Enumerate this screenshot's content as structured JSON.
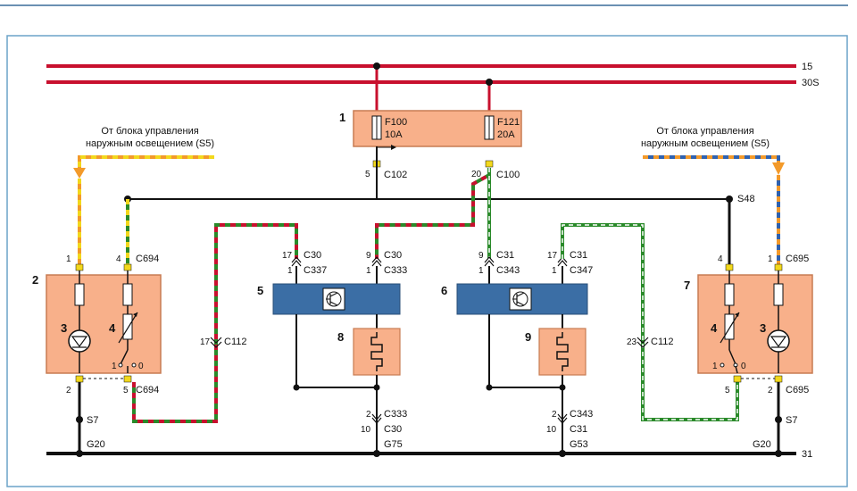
{
  "colors": {
    "frame": "#6ba3c8",
    "top_rule": "#3a6c9a",
    "red": "#c8102e",
    "orange": "#f39a2a",
    "box_fill": "#f8b08a",
    "box_stroke": "#c77b52",
    "relay_fill": "#3b6ea5",
    "green": "#2a8a2a",
    "yellow": "#f2d81c",
    "blue": "#2f62b0",
    "white": "#ffffff",
    "black": "#111111"
  },
  "rails": {
    "rail_15": "15",
    "rail_30s": "30S",
    "rail_31": "31"
  },
  "sources": {
    "left_line1": "От блока управления",
    "left_line2": "наружным освещением (S5)",
    "right_line1": "От блока управления",
    "right_line2": "наружным освещением (S5)"
  },
  "fuse_box": {
    "number": "1",
    "fuse1_name": "F100",
    "fuse1_rating": "10A",
    "fuse2_name": "F121",
    "fuse2_rating": "20A",
    "pin_left": "5",
    "conn_left": "C102",
    "pin_right": "20",
    "conn_right": "C100"
  },
  "splices": {
    "s48": "S48",
    "s7_left": "S7",
    "s7_right": "S7",
    "g20_left": "G20",
    "g20_right": "G20",
    "g75": "G75",
    "g53": "G53"
  },
  "left_unit": {
    "number": "2",
    "lamp": "3",
    "rheo": "4",
    "sw_1": "1",
    "sw_0": "0",
    "pin_top1": "1",
    "pin_top4": "4",
    "conn_top": "C694",
    "pin_bot2": "2",
    "pin_bot5": "5",
    "conn_bot": "C694"
  },
  "right_unit": {
    "number": "7",
    "lamp": "3",
    "rheo": "4",
    "sw_1": "1",
    "sw_0": "0",
    "pin_top4": "4",
    "pin_top1": "1",
    "conn_top": "C695",
    "pin_bot5": "5",
    "pin_bot2": "2",
    "conn_bot": "C695"
  },
  "relay5": {
    "number": "5",
    "heater": "8",
    "pin_a17": "17",
    "conn_a": "C30",
    "pin_a1": "1",
    "conn_a1": "C337",
    "pin_b9": "9",
    "conn_b": "C30",
    "pin_b1": "1",
    "conn_b1": "C333",
    "pin_c2": "2",
    "conn_c": "C333",
    "pin_c10": "10",
    "conn_c1": "C30"
  },
  "relay6": {
    "number": "6",
    "heater": "9",
    "pin_a9": "9",
    "conn_a": "C31",
    "pin_a1": "1",
    "conn_a1": "C343",
    "pin_b17": "17",
    "conn_b": "C31",
    "pin_b1": "1",
    "conn_b1": "C347",
    "pin_c2": "2",
    "conn_c": "C343",
    "pin_c10": "10",
    "conn_c1": "C31"
  },
  "c112_left": {
    "pin": "17",
    "conn": "C112"
  },
  "c112_right": {
    "pin": "23",
    "conn": "C112"
  }
}
